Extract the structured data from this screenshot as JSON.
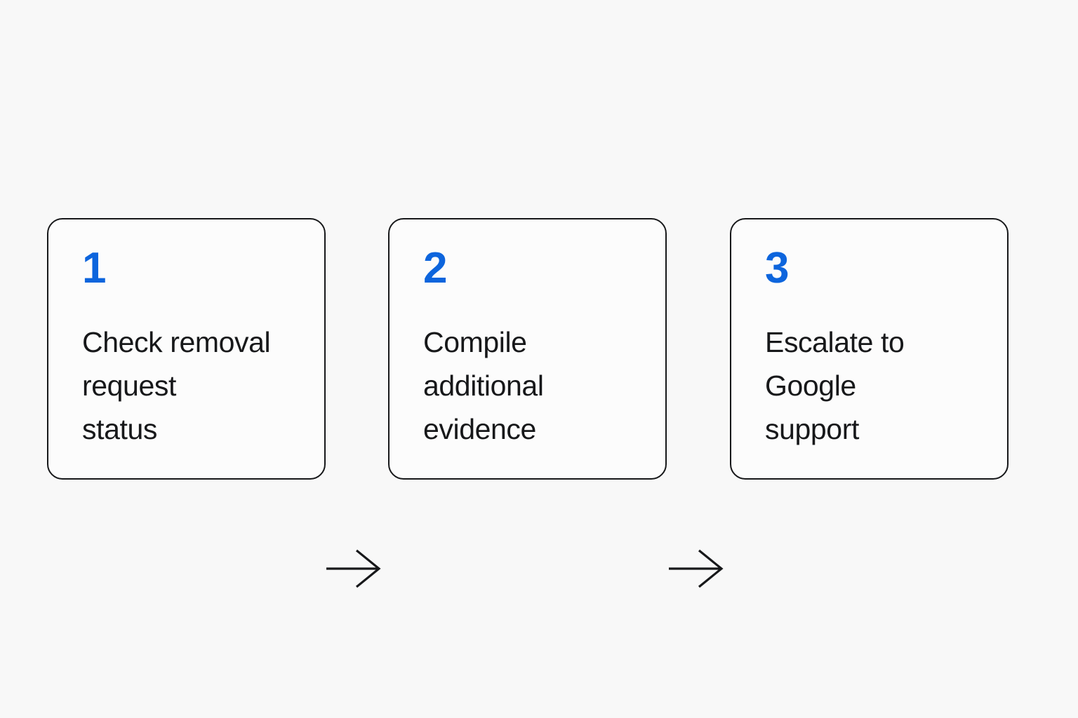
{
  "diagram": {
    "type": "horizontal-step-flow",
    "background_color": "#f8f8f8",
    "card_fill_color": "#fcfcfc",
    "card_border_color": "#17181a",
    "number_color": "#0d65dd",
    "text_color": "#17181a",
    "arrow_color": "#17181a",
    "step_count": 3,
    "steps": [
      {
        "number": "1",
        "label": "Check removal\nrequest\nstatus"
      },
      {
        "number": "2",
        "label": "Compile\nadditional\nevidence"
      },
      {
        "number": "3",
        "label": "Escalate to\nGoogle\nsupport"
      }
    ],
    "connectors": [
      {
        "from": "1",
        "to": "2",
        "glyph": "arrow-right"
      },
      {
        "from": "2",
        "to": "3",
        "glyph": "arrow-right"
      }
    ]
  }
}
